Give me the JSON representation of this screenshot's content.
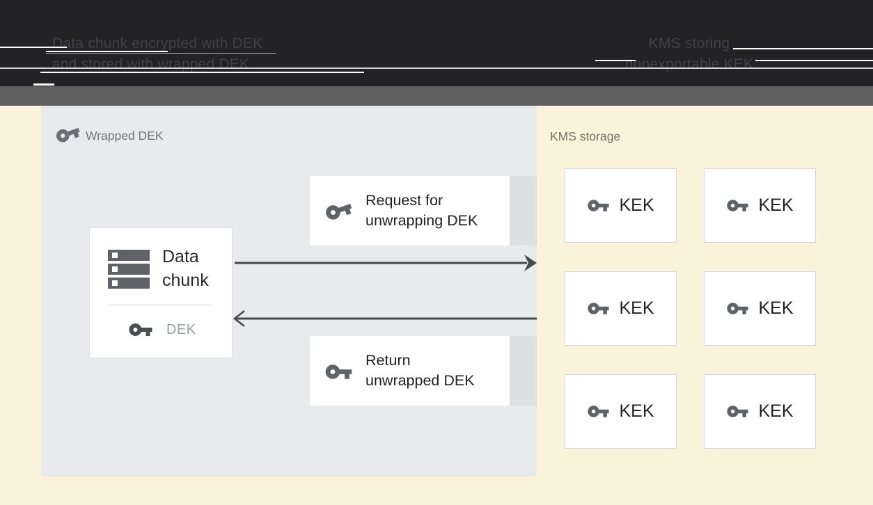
{
  "banner": {
    "left": {
      "line1": "Data chunk encrypted with DEK",
      "line2": "and stored with wrapped DEK"
    },
    "right": {
      "line1": "KMS storing",
      "line2": "nonexportable KEK"
    }
  },
  "wrapped_dek": {
    "label": "Wrapped DEK",
    "data_chunk": {
      "line1": "Data",
      "line2": "chunk",
      "dek_label": "DEK"
    },
    "request": {
      "line1": "Request for",
      "line2": "unwrapping DEK"
    },
    "return": {
      "line1": "Return",
      "line2": "unwrapped DEK"
    }
  },
  "kms": {
    "label": "KMS storage",
    "keks": [
      {
        "label": "KEK"
      },
      {
        "label": "KEK"
      },
      {
        "label": "KEK"
      },
      {
        "label": "KEK"
      },
      {
        "label": "KEK"
      },
      {
        "label": "KEK"
      }
    ]
  },
  "icons": {
    "key": "key-icon",
    "data_chunk": "storage-stack-icon",
    "arrow_right": "arrow-right",
    "arrow_left": "arrow-left"
  },
  "colors": {
    "banner_bg": "#232326",
    "banner_text": "#414146",
    "divider_bar": "#5F5F5F",
    "page_bg": "#FBF2DB",
    "zone_bg": "#E8EAED",
    "box_bg": "#FFFFFF",
    "box_side_strip": "#DDDFE2",
    "icon_gray": "#5F6368",
    "label_gray": "#757575",
    "text_dark": "#212121",
    "dek_label_gray": "#9BA0A6",
    "arrow": "#48494B"
  }
}
